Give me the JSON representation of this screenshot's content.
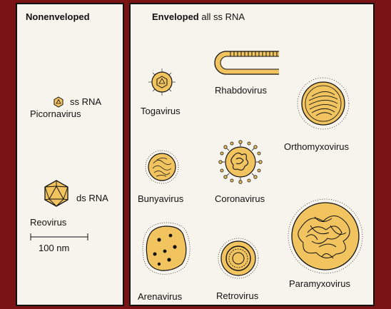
{
  "nonenveloped": {
    "title": "Nonenveloped",
    "picornavirus": {
      "name": "Picornavirus",
      "genome": "ss RNA"
    },
    "reovirus": {
      "name": "Reovirus",
      "genome": "ds RNA"
    },
    "scale_bar": "100 nm"
  },
  "enveloped": {
    "title_bold": "Enveloped",
    "title_rest": " all ss RNA",
    "viruses": {
      "togavirus": "Togavirus",
      "rhabdovirus": "Rhabdovirus",
      "orthomyxovirus": "Orthomyxovirus",
      "bunyavirus": "Bunyavirus",
      "coronavirus": "Coronavirus",
      "arenavirus": "Arenavirus",
      "retrovirus": "Retrovirus",
      "paramyxovirus": "Paramyxovirus"
    }
  },
  "colors": {
    "background": "#7a1414",
    "panel": "#f6f4ec",
    "virus_fill": "#f2c460",
    "outline": "#111111"
  }
}
